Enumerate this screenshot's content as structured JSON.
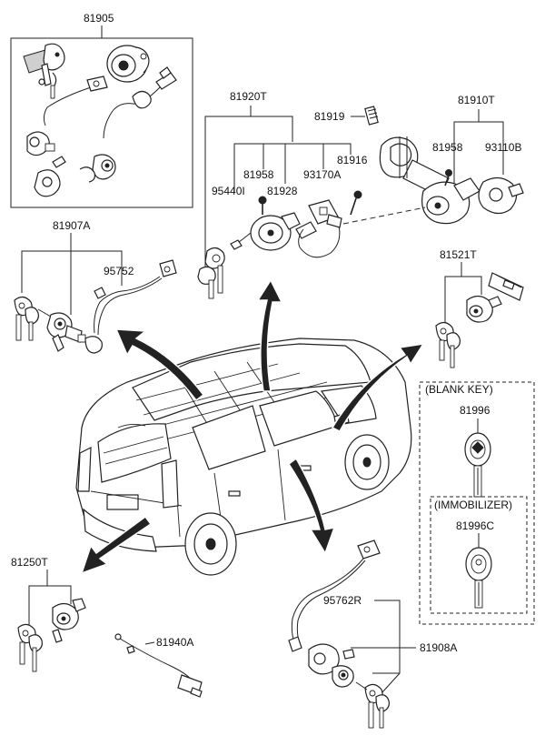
{
  "labels": {
    "p81905": "81905",
    "p81920T": "81920T",
    "p81919": "81919",
    "p81910T": "81910T",
    "p81958a": "81958",
    "p81916": "81916",
    "p81958b": "81958",
    "p93170A": "93170A",
    "p93110B": "93110B",
    "p95440I": "95440I",
    "p81928": "81928",
    "p81907A": "81907A",
    "p95752": "95752",
    "p81521T": "81521T",
    "blank_key_title": "(BLANK KEY)",
    "p81996": "81996",
    "immobilizer_title": "(IMMOBILIZER)",
    "p81996C": "81996C",
    "p81250T": "81250T",
    "p81940A": "81940A",
    "p95762R": "95762R",
    "p81908A": "81908A"
  }
}
